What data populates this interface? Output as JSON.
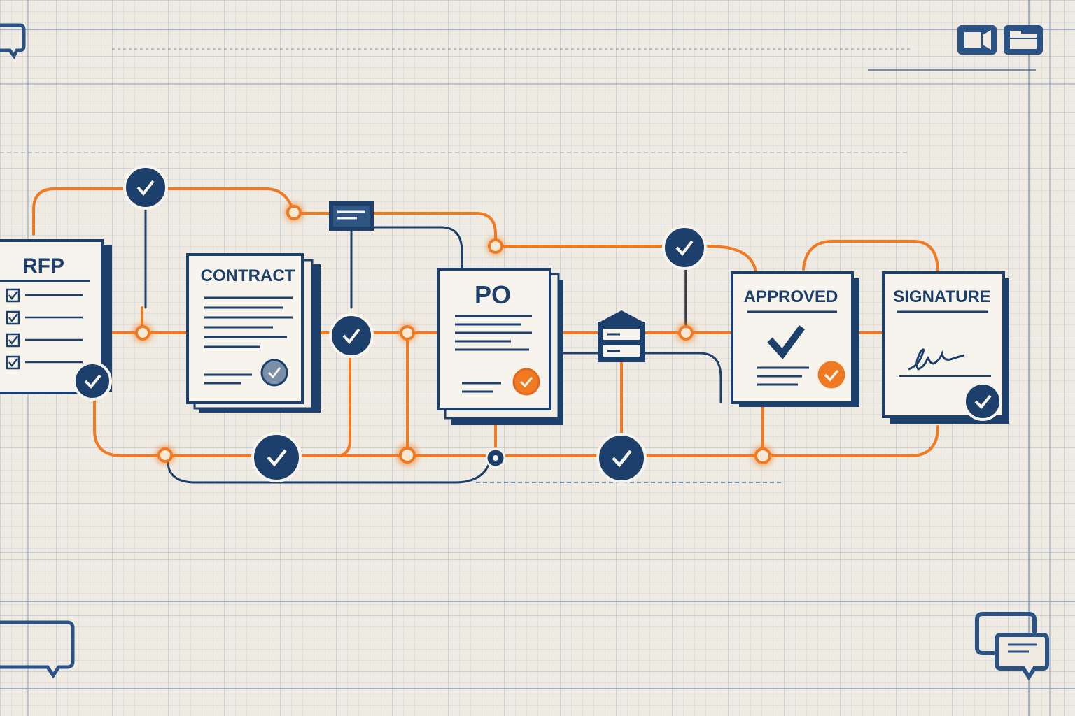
{
  "colors": {
    "background": "#efebe2",
    "grid": "#b9c7d8",
    "navy": "#1d3f6b",
    "orange": "#f07a22",
    "paper": "#f7f4ee"
  },
  "documents": [
    {
      "id": "rfp",
      "title": "RFP",
      "icon": "checklist-document-icon"
    },
    {
      "id": "contract",
      "title": "CONTRACT",
      "icon": "contract-document-icon"
    },
    {
      "id": "po",
      "title": "PO",
      "icon": "purchase-order-document-icon"
    },
    {
      "id": "approved",
      "title": "APPROVED",
      "icon": "approved-document-icon"
    },
    {
      "id": "signature",
      "title": "SIGNATURE",
      "icon": "signature-document-icon"
    }
  ],
  "corner_icons": [
    "chat-bubble-icon",
    "video-camera-icon",
    "folder-icon",
    "chat-bubble-icon",
    "chat-bubbles-icon"
  ],
  "node_icons": [
    "check-icon",
    "junction-dot-icon",
    "card-icon",
    "server-icon"
  ]
}
